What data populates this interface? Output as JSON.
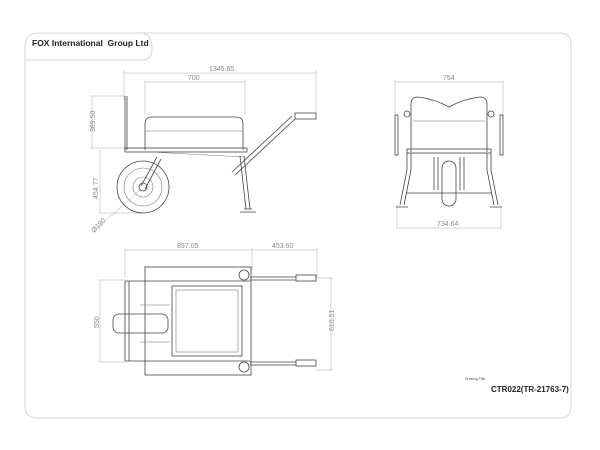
{
  "company": "FOX International  Group Ltd",
  "drawing_title_label": "Drawing Title:",
  "drawing_title": "CTR022(TR-21763-7)",
  "dimensions": {
    "overall_length": "1345.65",
    "tray_length": "700",
    "backrest_height": "369.50",
    "wheel_height": "454.77",
    "wheel_diameter": "Ø190",
    "front_width_top": "754",
    "front_width_bottom": "734.64",
    "top_frame_length": "897.05",
    "handle_length": "453.60",
    "inner_width": "550",
    "handle_span": "610.51"
  }
}
